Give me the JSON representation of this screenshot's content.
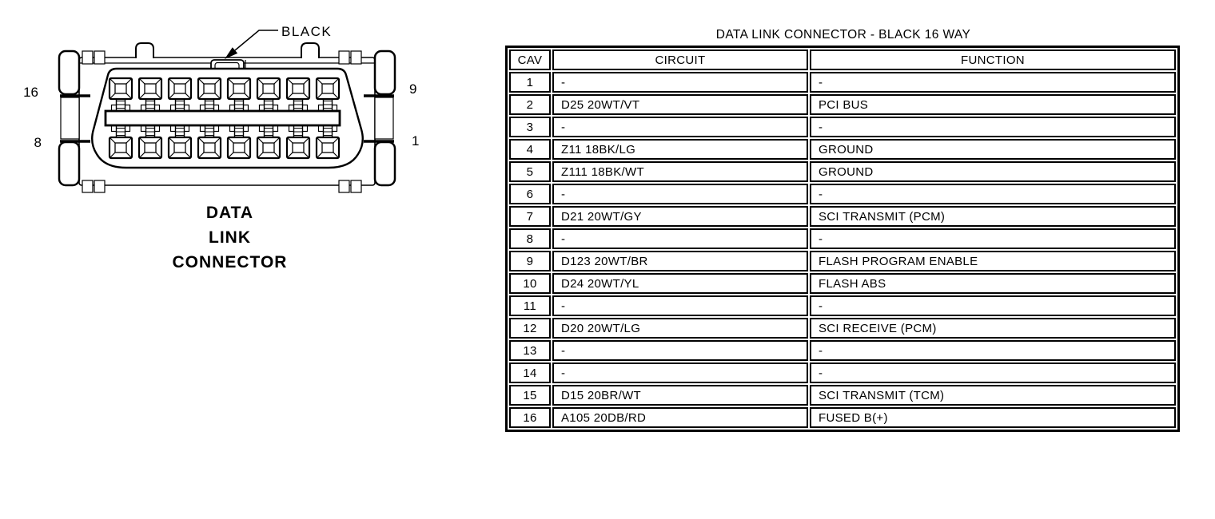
{
  "figure": {
    "color_label": "BLACK",
    "caption_lines": [
      "DATA",
      "LINK",
      "CONNECTOR"
    ],
    "pin_labels": {
      "top_left": "16",
      "top_right": "9",
      "bottom_left": "8",
      "bottom_right": "1"
    },
    "pin_count": 16,
    "ink_color": "#000000",
    "background_color": "#ffffff"
  },
  "table": {
    "title": "DATA LINK CONNECTOR - BLACK 16 WAY",
    "columns": [
      "CAV",
      "CIRCUIT",
      "FUNCTION"
    ],
    "rows": [
      {
        "cav": "1",
        "circuit": "-",
        "function": "-"
      },
      {
        "cav": "2",
        "circuit": "D25 20WT/VT",
        "function": "PCI BUS"
      },
      {
        "cav": "3",
        "circuit": "-",
        "function": "-"
      },
      {
        "cav": "4",
        "circuit": "Z11 18BK/LG",
        "function": "GROUND"
      },
      {
        "cav": "5",
        "circuit": "Z111 18BK/WT",
        "function": "GROUND"
      },
      {
        "cav": "6",
        "circuit": "-",
        "function": "-"
      },
      {
        "cav": "7",
        "circuit": "D21 20WT/GY",
        "function": "SCI TRANSMIT (PCM)"
      },
      {
        "cav": "8",
        "circuit": "-",
        "function": "-"
      },
      {
        "cav": "9",
        "circuit": "D123 20WT/BR",
        "function": "FLASH PROGRAM ENABLE"
      },
      {
        "cav": "10",
        "circuit": "D24 20WT/YL",
        "function": "FLASH ABS"
      },
      {
        "cav": "11",
        "circuit": "-",
        "function": "-"
      },
      {
        "cav": "12",
        "circuit": "D20 20WT/LG",
        "function": "SCI RECEIVE (PCM)"
      },
      {
        "cav": "13",
        "circuit": "-",
        "function": "-"
      },
      {
        "cav": "14",
        "circuit": "-",
        "function": "-"
      },
      {
        "cav": "15",
        "circuit": "D15 20BR/WT",
        "function": "SCI TRANSMIT (TCM)"
      },
      {
        "cav": "16",
        "circuit": "A105 20DB/RD",
        "function": "FUSED B(+)"
      }
    ]
  }
}
